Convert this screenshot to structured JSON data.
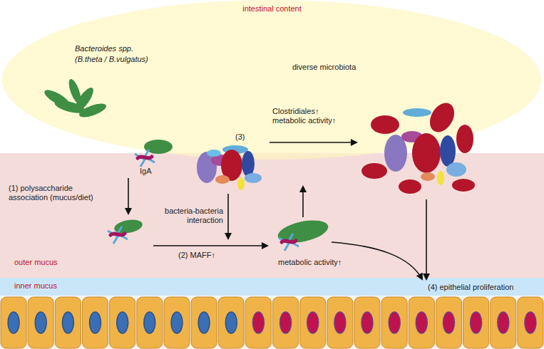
{
  "diagram": {
    "nodes": [
      {
        "text": [
          "intestinal content"
        ]
      },
      {
        "text": [
          "outer mucus"
        ]
      },
      {
        "text": [
          "inner mucus"
        ]
      }
    ],
    "labels": [
      "Bacteroides spp.",
      "(B.theta / B.vulgatus)",
      "diverse microbiota",
      "IgA",
      "(1) polysaccharide association (mucus/diet)",
      "bacteria-bacteria interaction",
      "(3)",
      "Clostridiales↑ metabolic activity↑",
      "(2) MAFF↑",
      "metabolic activity↑",
      "(4) epithelial proliferation"
    ]
  }
}
